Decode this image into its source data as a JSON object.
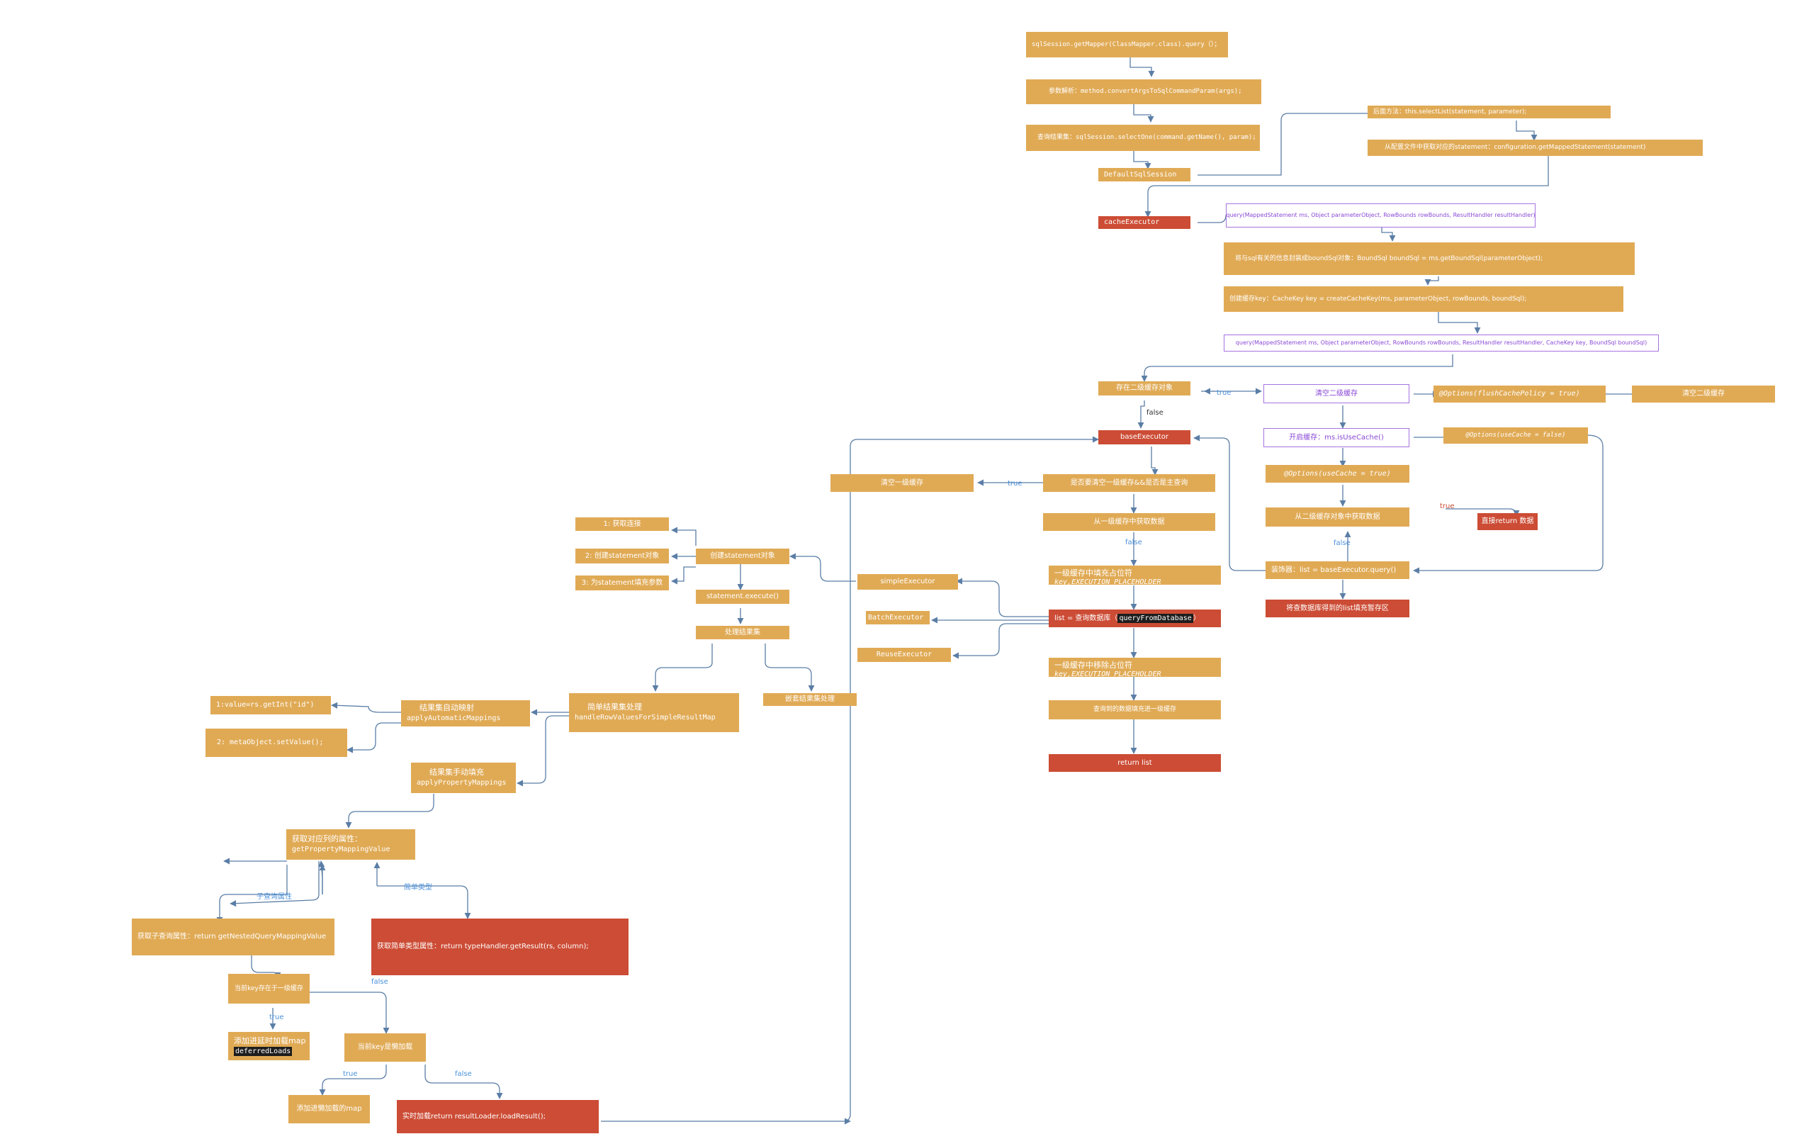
{
  "nodes": {
    "n_getmapper": "sqlSession.getMapper(ClassMapper.class).query（）；",
    "n_argparse": "参数解析：method.convertArgsToSqlCommandParam(args);",
    "n_selectone": "查询结果集：sqlSession.selectOne(command.getName(), param);",
    "n_defaultsqlsession": "DefaultSqlSession",
    "n_overload": "后面方法：this.selectList(statement, parameter);",
    "n_getms": "从配置文件中获取对应的statement：configuration.getMappedStatement(statement)",
    "n_cacheexecutor": "cacheExecutor",
    "n_query1": "query(MappedStatement ms, Object parameterObject, RowBounds rowBounds, ResultHandler resultHandler)",
    "n_boundsql": "将与sql有关的信息封装成boundSql对象：BoundSql boundSql = ms.getBoundSql(parameterObject);",
    "n_cachekey": "创建缓存key：CacheKey key = createCacheKey(ms, parameterObject, rowBounds, boundSql);",
    "n_query2": "query(MappedStatement ms, Object parameterObject, RowBounds rowBounds, ResultHandler resultHandler, CacheKey key, BoundSql boundSql)",
    "n_l2exists": "存在二级缓存对象",
    "n_clearl2_p": "清空二级缓存",
    "n_flushopt": "@Options(flushCachePolicy = true)",
    "n_clearl2": "清空二级缓存",
    "n_baseexecutor": "baseExecutor",
    "n_usecache": "开启缓存：ms.isUseCache()",
    "n_usecacheopt": "@Options(useCache = false)",
    "n_usecachetrue": "@Options(useCache = true)",
    "n_l2get": "从二级缓存对象中获取数据",
    "n_directreturn": "直接return 数据",
    "n_decorator": "装饰器：list = baseExecutor.query()",
    "n_l2store": "将查数据库得到的list填充暂存区",
    "n_clearl1q": "是否要清空一级缓存&&是否是主查询",
    "n_clearl1": "清空一级缓存",
    "n_l1get": "从一级缓存中获取数据",
    "n_l1placeholder_a": "一级缓存中填充占位符",
    "n_l1placeholder_b": "key,EXECUTION_PLACEHOLDER",
    "n_querydb_a": "list = 查询数据库（",
    "n_querydb_b": "queryFromDatabase",
    "n_querydb_c": "）",
    "n_l1remove_a": "一级缓存中移除占位符",
    "n_l1remove_b": "key,EXECUTION_PLACEHOLDER",
    "n_l1fill": "查询到的数据填充进一级缓存",
    "n_returnlist": "return list",
    "n_simpleexec": "simpleExecutor",
    "n_batchexec": "BatchExecutor",
    "n_reuseexec": "ReuseExecutor",
    "n_createstmt": "创建statement对象",
    "n_getconn": "1: 获取连接",
    "n_createstmtobj": "2: 创建statement对象",
    "n_fillparams": "3: 为statement填充参数",
    "n_stmtexecute": "statement.execute()",
    "n_handleresult": "处理结果集",
    "n_simpleresult_a": "简单结果集处理",
    "n_simpleresult_b": "handleRowValuesForSimpleResultMap",
    "n_nestedresult": "嵌套结果集处理",
    "n_automap_a": "结果集自动映射",
    "n_automap_b": "applyAutomaticMappings",
    "n_getint": "1:value=rs.getInt(\"id\")",
    "n_setvalue": "2: metaObject.setValue();",
    "n_propmap_a": "结果集手动填充",
    "n_propmap_b": "applyPropertyMappings",
    "n_getprop_a": "获取对应列的属性：",
    "n_getprop_b": "getPropertyMappingValue",
    "n_nestedquery": "获取子查询属性：return getNestedQueryMappingValue",
    "n_simpletype": "获取简单类型属性：return typeHandler.getResult(rs, column);",
    "n_inl1": "当前key存在于一级缓存",
    "n_deferred_a": "添加进延时加载map",
    "n_deferred_b": "deferredLoads",
    "n_lazy": "当前key是懒加载",
    "n_lazymap": "添加进懒加载的map",
    "n_loadnow": "实时加载return resultLoader.loadResult();"
  },
  "edge_labels": {
    "l_true_l2": "true",
    "l_false_l2": "false",
    "l_true_clearl1": "true",
    "l_false_l1": "false",
    "l_true_direct": "true",
    "l_false_l2get": "false",
    "l_subquery": "子查询属性",
    "l_simple": "简单类型",
    "l_true_inl1": "true",
    "l_false_inl1": "false",
    "l_true_lazy": "true",
    "l_false_lazy": "false"
  },
  "colors": {
    "process": "#e0aa55",
    "highlight": "#cc4c35",
    "method": "#a673e0",
    "edge": "#5b7ea6"
  }
}
